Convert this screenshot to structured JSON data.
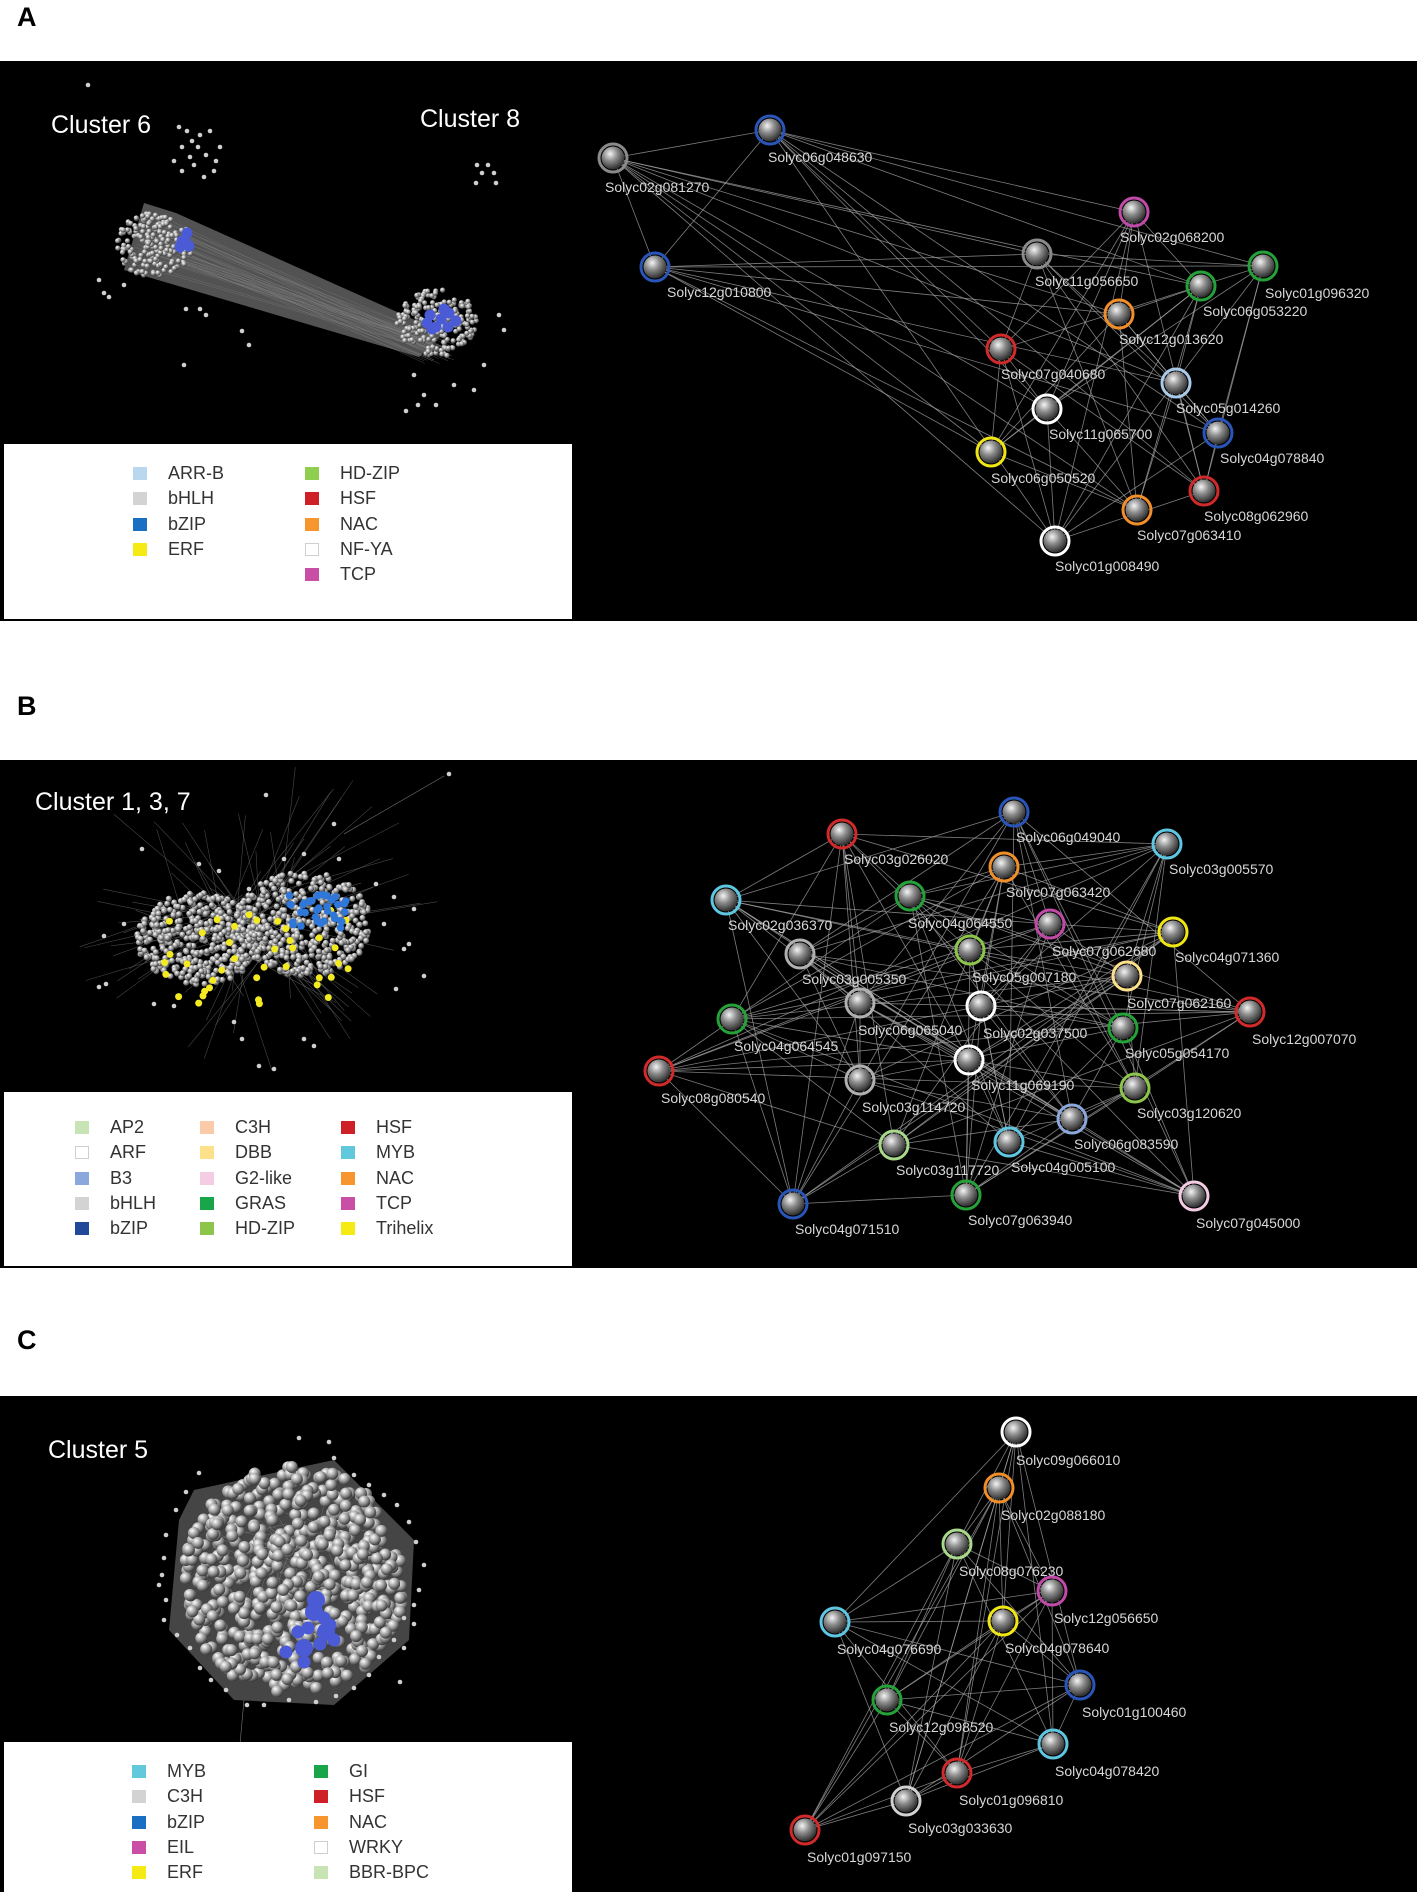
{
  "panels": [
    {
      "letter": "A",
      "clusters": [
        "Cluster 6",
        "Cluster 8"
      ],
      "legend": [
        {
          "label": "ARR-B",
          "color": "#b9d7ef"
        },
        {
          "label": "bHLH",
          "color": "#d3d3d3"
        },
        {
          "label": "bZIP",
          "color": "#1b6fc2"
        },
        {
          "label": "ERF",
          "color": "#f5ea14"
        },
        {
          "label": "HD-ZIP",
          "color": "#8fce4e"
        },
        {
          "label": "HSF",
          "color": "#cf2027"
        },
        {
          "label": "NAC",
          "color": "#f7962e"
        },
        {
          "label": "NF-YA",
          "color": "#ffffff"
        },
        {
          "label": "TCP",
          "color": "#c94fa6"
        }
      ],
      "nodes": [
        {
          "id": "Solyc02g081270",
          "color": "#8a8a8a"
        },
        {
          "id": "Solyc06g048630",
          "color": "#2a55b8"
        },
        {
          "id": "Solyc12g010800",
          "color": "#2a55b8"
        },
        {
          "id": "Solyc02g068200",
          "color": "#c04aa8"
        },
        {
          "id": "Solyc11g056650",
          "color": "#8a8a8a"
        },
        {
          "id": "Solyc06g053220",
          "color": "#25a13a"
        },
        {
          "id": "Solyc01g096320",
          "color": "#25a13a"
        },
        {
          "id": "Solyc12g013620",
          "color": "#f08f2a"
        },
        {
          "id": "Solyc07g040680",
          "color": "#d12a2a"
        },
        {
          "id": "Solyc05g014260",
          "color": "#a9cbe9"
        },
        {
          "id": "Solyc11g065700",
          "color": "#ffffff"
        },
        {
          "id": "Solyc04g078840",
          "color": "#2a55b8"
        },
        {
          "id": "Solyc06g050520",
          "color": "#f0e614"
        },
        {
          "id": "Solyc08g062960",
          "color": "#d12a2a"
        },
        {
          "id": "Solyc07g063410",
          "color": "#f08f2a"
        },
        {
          "id": "Solyc01g008490",
          "color": "#ffffff"
        }
      ]
    },
    {
      "letter": "B",
      "clusters": [
        "Cluster 1, 3, 7"
      ],
      "legend": [
        {
          "label": "AP2",
          "color": "#c8e4b4"
        },
        {
          "label": "ARF",
          "color": "#ffffff"
        },
        {
          "label": "B3",
          "color": "#8aa8dc"
        },
        {
          "label": "bHLH",
          "color": "#d3d3d3"
        },
        {
          "label": "bZIP",
          "color": "#22489a"
        },
        {
          "label": "C3H",
          "color": "#fbcaa8"
        },
        {
          "label": "DBB",
          "color": "#fde08a"
        },
        {
          "label": "G2-like",
          "color": "#f4cce4"
        },
        {
          "label": "GRAS",
          "color": "#19a64a"
        },
        {
          "label": "HD-ZIP",
          "color": "#8cc54a"
        },
        {
          "label": "HSF",
          "color": "#cf2027"
        },
        {
          "label": "MYB",
          "color": "#62c8dc"
        },
        {
          "label": "NAC",
          "color": "#f7962e"
        },
        {
          "label": "TCP",
          "color": "#c94fa6"
        },
        {
          "label": "Trihelix",
          "color": "#f5ea14"
        }
      ],
      "nodes": [
        {
          "id": "Solyc03g026020",
          "color": "#d12a2a"
        },
        {
          "id": "Solyc06g049040",
          "color": "#2a55b8"
        },
        {
          "id": "Solyc03g005570",
          "color": "#5ec6e0"
        },
        {
          "id": "Solyc07g063420",
          "color": "#f08f2a"
        },
        {
          "id": "Solyc02g036370",
          "color": "#5ec6e0"
        },
        {
          "id": "Solyc04g064550",
          "color": "#25a13a"
        },
        {
          "id": "Solyc07g062680",
          "color": "#c04aa8"
        },
        {
          "id": "Solyc04g071360",
          "color": "#f0e614"
        },
        {
          "id": "Solyc03g005350",
          "color": "#b0b0b0"
        },
        {
          "id": "Solyc05g007180",
          "color": "#8cc54a"
        },
        {
          "id": "Solyc07g062160",
          "color": "#fde08a"
        },
        {
          "id": "Solyc06g065040",
          "color": "#b0b0b0"
        },
        {
          "id": "Solyc02g037500",
          "color": "#ffffff"
        },
        {
          "id": "Solyc12g007070",
          "color": "#d12a2a"
        },
        {
          "id": "Solyc04g064545",
          "color": "#25a13a"
        },
        {
          "id": "Solyc05g054170",
          "color": "#25a13a"
        },
        {
          "id": "Solyc11g069190",
          "color": "#ffffff"
        },
        {
          "id": "Solyc08g080540",
          "color": "#d12a2a"
        },
        {
          "id": "Solyc03g114720",
          "color": "#b0b0b0"
        },
        {
          "id": "Solyc03g120620",
          "color": "#8cc54a"
        },
        {
          "id": "Solyc06g083590",
          "color": "#8aa8dc"
        },
        {
          "id": "Solyc03g117720",
          "color": "#a8d88a"
        },
        {
          "id": "Solyc04g005100",
          "color": "#5ec6e0"
        },
        {
          "id": "Solyc04g071510",
          "color": "#2a55b8"
        },
        {
          "id": "Solyc07g063940",
          "color": "#25a13a"
        },
        {
          "id": "Solyc07g045000",
          "color": "#f4cce4"
        }
      ]
    },
    {
      "letter": "C",
      "clusters": [
        "Cluster 5"
      ],
      "legend": [
        {
          "label": "MYB",
          "color": "#62c8dc"
        },
        {
          "label": "C3H",
          "color": "#d3d3d3"
        },
        {
          "label": "bZIP",
          "color": "#1b6fc2"
        },
        {
          "label": "EIL",
          "color": "#c94fa6"
        },
        {
          "label": "ERF",
          "color": "#f5ea14"
        },
        {
          "label": "GI",
          "color": "#19a64a"
        },
        {
          "label": "HSF",
          "color": "#cf2027"
        },
        {
          "label": "NAC",
          "color": "#f7962e"
        },
        {
          "label": "WRKY",
          "color": "#ffffff"
        },
        {
          "label": "BBR-BPC",
          "color": "#c8e4b4"
        }
      ],
      "nodes": [
        {
          "id": "Solyc09g066010",
          "color": "#ffffff"
        },
        {
          "id": "Solyc02g088180",
          "color": "#f08f2a"
        },
        {
          "id": "Solyc08g076230",
          "color": "#a8d88a"
        },
        {
          "id": "Solyc12g056650",
          "color": "#c04aa8"
        },
        {
          "id": "Solyc04g076690",
          "color": "#5ec6e0"
        },
        {
          "id": "Solyc04g078640",
          "color": "#f0e614"
        },
        {
          "id": "Solyc01g100460",
          "color": "#2a55b8"
        },
        {
          "id": "Solyc12g098520",
          "color": "#25a13a"
        },
        {
          "id": "Solyc04g078420",
          "color": "#5ec6e0"
        },
        {
          "id": "Solyc01g096810",
          "color": "#d12a2a"
        },
        {
          "id": "Solyc03g033630",
          "color": "#d0d0d0"
        },
        {
          "id": "Solyc01g097150",
          "color": "#d12a2a"
        }
      ]
    }
  ]
}
